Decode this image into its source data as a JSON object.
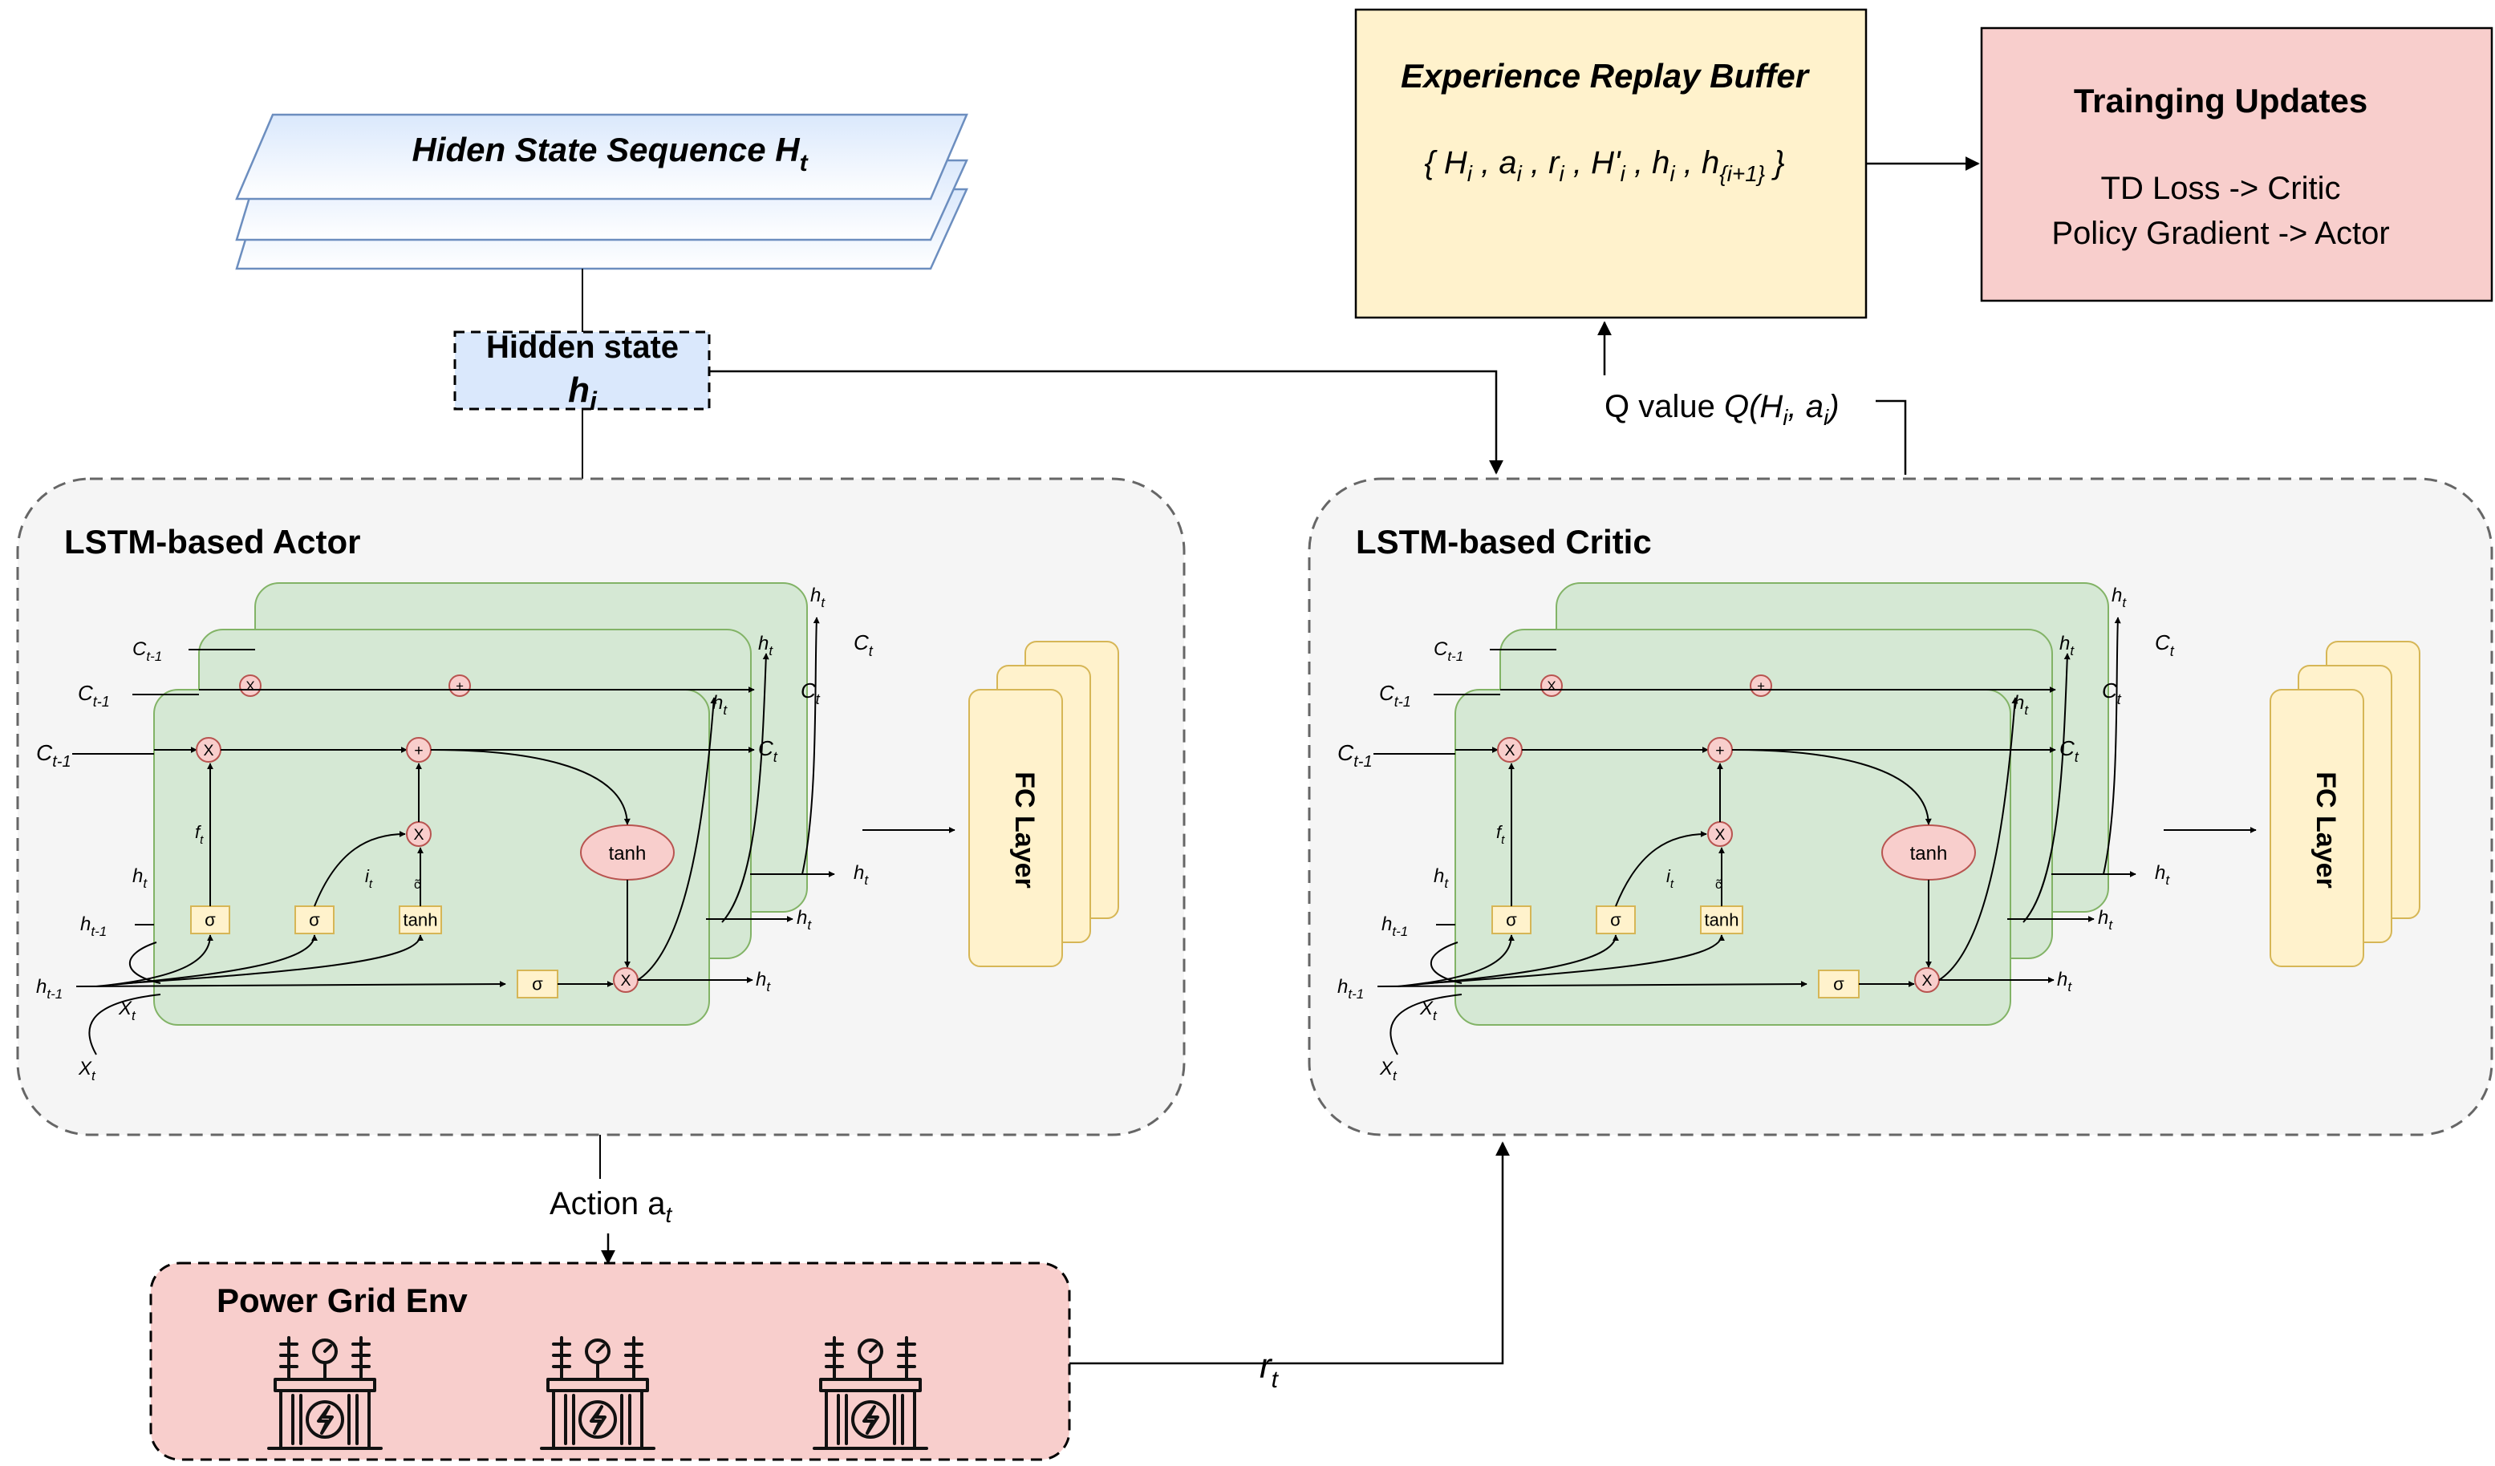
{
  "hidden_seq": {
    "text": "Hiden State Sequence H",
    "sub": "t"
  },
  "hidden_state": {
    "line1": "Hidden state",
    "line2": "h",
    "sub": "i"
  },
  "replay": {
    "title": "Experience Replay Buffer",
    "tuple": [
      {
        "t": "{",
        "s": ""
      },
      {
        "t": "H",
        "s": "i"
      },
      {
        "t": ", a",
        "s": "i"
      },
      {
        "t": ", r",
        "s": "i"
      },
      {
        "t": ", H'",
        "s": "i"
      },
      {
        "t": ", h",
        "s": "i"
      },
      {
        "t": ", h",
        "s": "{i+1}"
      },
      {
        "t": "}",
        "s": ""
      }
    ]
  },
  "training": {
    "title": "Trainging Updates",
    "line1": "TD Loss -> Critic",
    "line2": "Policy Gradient -> Actor"
  },
  "q_value": {
    "prefix": "Q value ",
    "q": "Q(H",
    "q_sub": "i",
    "a": ", a",
    "a_sub": "i",
    "close": ")"
  },
  "actor": {
    "title": "LSTM-based Actor"
  },
  "critic": {
    "title": "LSTM-based Critic"
  },
  "fc_label": "FC Layer",
  "lstm_cell": {
    "c": "C",
    "h": "h",
    "x": "X",
    "sub_prev": "t-1",
    "sub_t": "t",
    "forget": "f",
    "input": "i",
    "candidate": "c̃",
    "sigma": "σ",
    "tanh": "tanh",
    "mult": "X",
    "plus": "+"
  },
  "action": {
    "text": "Action a",
    "sub": "t"
  },
  "reward": {
    "text": "r",
    "sub": "t"
  },
  "env": {
    "title": "Power Grid Env",
    "icons": [
      "transformer-icon",
      "transformer-icon",
      "transformer-icon"
    ]
  },
  "colors": {
    "blue_fill": "#dae8fc",
    "blue_stroke": "#6c8ebf",
    "yellow_fill": "#fff2cc",
    "yellow_stroke": "#d6b656",
    "red_fill": "#f8cecc",
    "red_stroke": "#b85450",
    "green_fill": "#d5e8d4",
    "green_stroke": "#82b366",
    "panel_fill": "#f5f5f5",
    "panel_stroke": "#666666"
  }
}
